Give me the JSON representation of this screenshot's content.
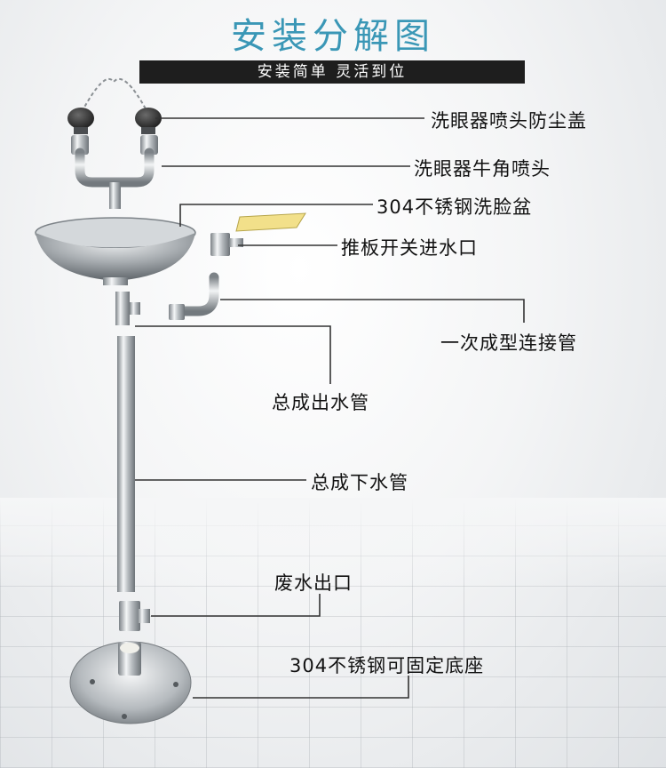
{
  "header": {
    "title": "安装分解图",
    "subtitle": "安装简单  灵活到位"
  },
  "labels": [
    "洗眼器喷头防尘盖",
    "洗眼器牛角喷头",
    "304不锈钢洗脸盆",
    "推板开关进水口",
    "一次成型连接管",
    "总成出水管",
    "总成下水管",
    "废水出口",
    "304不锈钢可固定底座"
  ],
  "colors": {
    "title": "#3a97b6",
    "bar": "#1e1e1e",
    "valve_plate": "#f2e08a",
    "leader": "#333333"
  }
}
